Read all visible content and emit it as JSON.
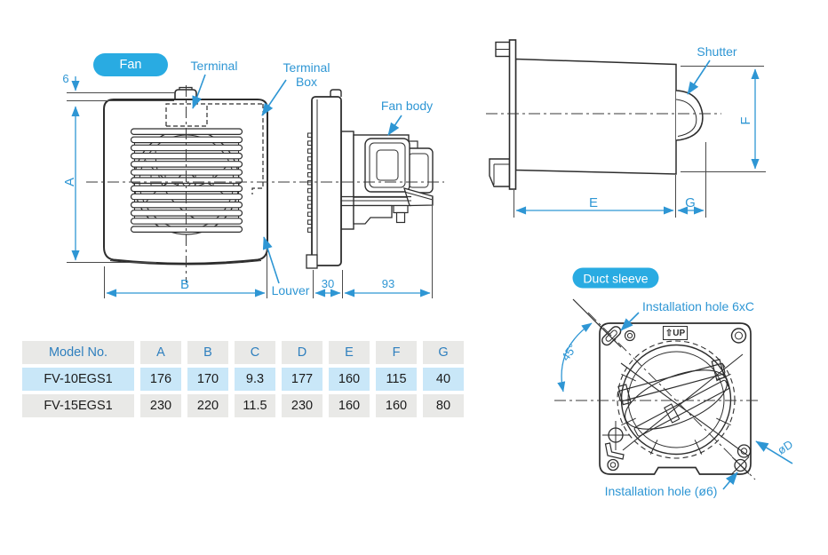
{
  "labels": {
    "fan_badge": "Fan",
    "duct_sleeve_badge": "Duct sleeve",
    "terminal": "Terminal",
    "terminal_box_line1": "Terminal",
    "terminal_box_line2": "Box",
    "fan_body": "Fan body",
    "louver": "Louver",
    "shutter": "Shutter",
    "installation_hole_top": "Installation hole 6xC",
    "installation_hole_bottom": "Installation hole (ø6)",
    "angle_45": "45°",
    "dia_d": "øD",
    "up": "⇧UP"
  },
  "dimensions": {
    "six": "6",
    "a": "A",
    "b": "B",
    "thirty": "30",
    "ninety_three": "93",
    "e": "E",
    "g": "G",
    "f": "F"
  },
  "colors": {
    "accent_blue": "#2E96D4",
    "badge_blue": "#29ABE2",
    "row_highlight": "#C9E7F8",
    "cell_gray": "#E9E9E7",
    "line_dark": "#2F2F2F"
  },
  "table": {
    "headers": [
      "Model No.",
      "A",
      "B",
      "C",
      "D",
      "E",
      "F",
      "G"
    ],
    "rows": [
      {
        "model": "FV-10EGS1",
        "values": [
          "176",
          "170",
          "9.3",
          "177",
          "160",
          "115",
          "40"
        ]
      },
      {
        "model": "FV-15EGS1",
        "values": [
          "230",
          "220",
          "11.5",
          "230",
          "160",
          "160",
          "80"
        ]
      }
    ]
  }
}
